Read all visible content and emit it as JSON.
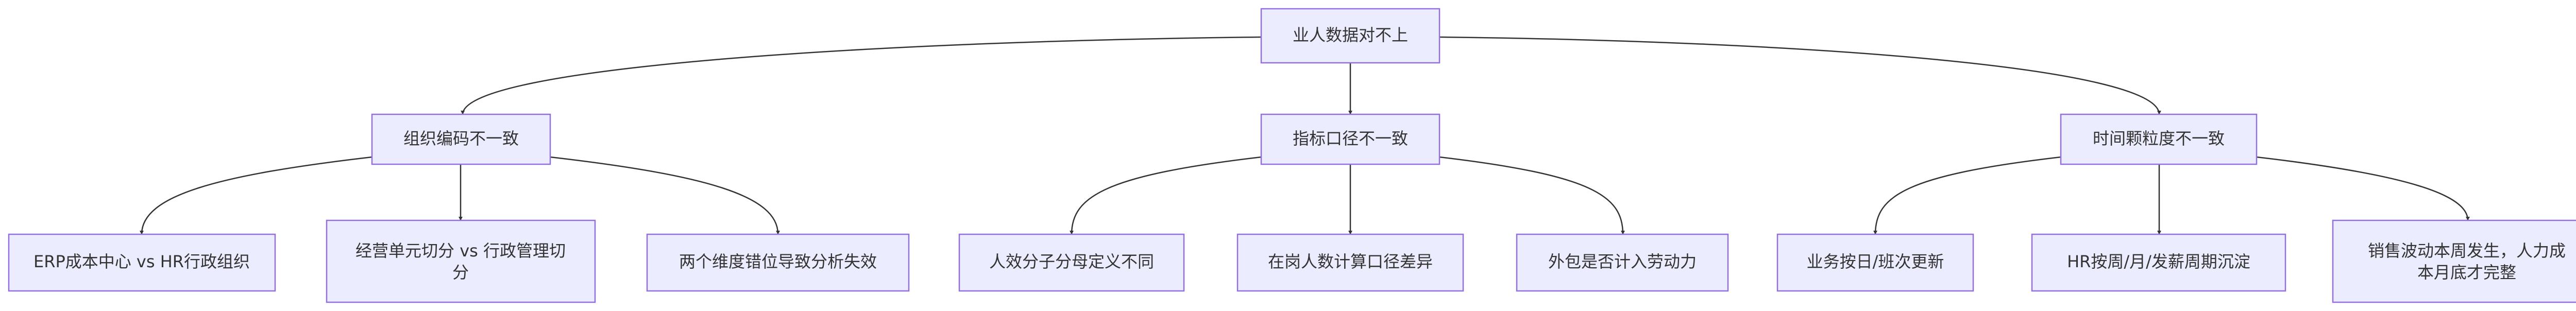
{
  "diagram": {
    "root": {
      "label": "业人数据对不上"
    },
    "branches": [
      {
        "label": "组织编码不一致",
        "children": [
          {
            "lines": [
              "ERP成本中心 vs HR行政组织"
            ]
          },
          {
            "lines": [
              "经营单元切分 vs 行政管理切",
              "分"
            ]
          },
          {
            "lines": [
              "两个维度错位导致分析失效"
            ]
          }
        ]
      },
      {
        "label": "指标口径不一致",
        "children": [
          {
            "lines": [
              "人效分子分母定义不同"
            ]
          },
          {
            "lines": [
              "在岗人数计算口径差异"
            ]
          },
          {
            "lines": [
              "外包是否计入劳动力"
            ]
          }
        ]
      },
      {
        "label": "时间颗粒度不一致",
        "children": [
          {
            "lines": [
              "业务按日/班次更新"
            ]
          },
          {
            "lines": [
              "HR按周/月/发薪周期沉淀"
            ]
          },
          {
            "lines": [
              "销售波动本周发生，人力成",
              "本月底才完整"
            ]
          }
        ]
      }
    ]
  }
}
